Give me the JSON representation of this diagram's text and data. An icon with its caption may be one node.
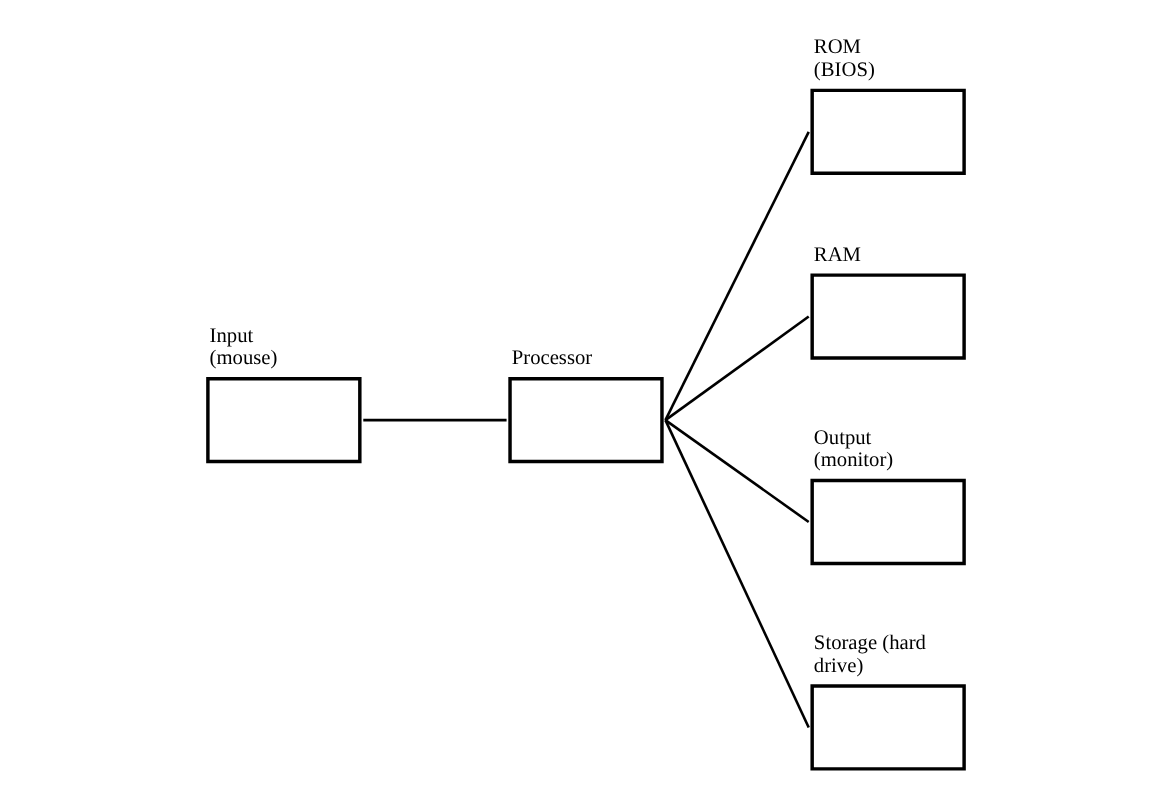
{
  "diagram": {
    "nodes": [
      {
        "text": [
          "ROM (BIOS)"
        ]
      },
      {
        "text": [
          "RAM"
        ]
      },
      {
        "text": [
          "Input (mouse)"
        ]
      },
      {
        "text": [
          "Processor"
        ]
      },
      {
        "text": [
          "Output (monitor)"
        ]
      },
      {
        "text": [
          "Storage (hard drive)"
        ]
      }
    ],
    "edges": [
      {
        "from": 2,
        "to": 3,
        "arrow": "none"
      },
      {
        "from": 3,
        "to": 0,
        "arrow": "none"
      },
      {
        "from": 3,
        "to": 1,
        "arrow": "none"
      },
      {
        "from": 3,
        "to": 4,
        "arrow": "none"
      },
      {
        "from": 3,
        "to": 5,
        "arrow": "none"
      }
    ]
  }
}
